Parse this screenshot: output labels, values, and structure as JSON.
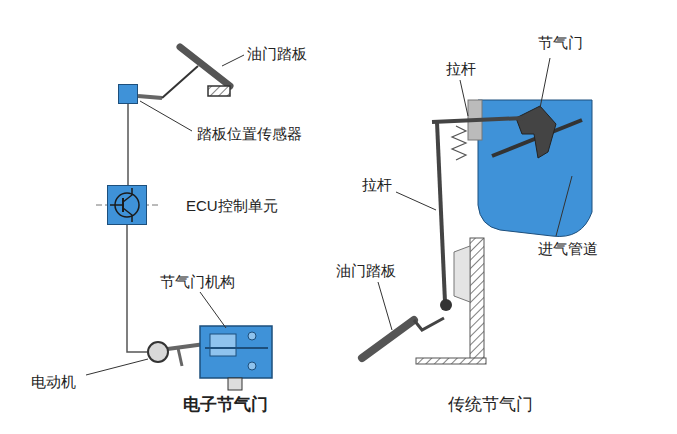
{
  "diagram": {
    "nodes": [
      {
        "text": [
          "踏板位置传感器"
        ]
      },
      {
        "text": [
          "ECU控制单元"
        ]
      },
      {
        "text": [
          "电动机"
        ]
      }
    ],
    "edges": [
      {
        "from": 0,
        "to": 1,
        "arrow": "none"
      },
      {
        "from": 1,
        "to": 2,
        "arrow": "none"
      }
    ],
    "labels": [
      "油门踏板",
      "节气门机构",
      "电子节气门",
      "拉杆",
      "节气门",
      "拉杆",
      "油门踏板",
      "进气管道",
      "传统节气门"
    ]
  }
}
